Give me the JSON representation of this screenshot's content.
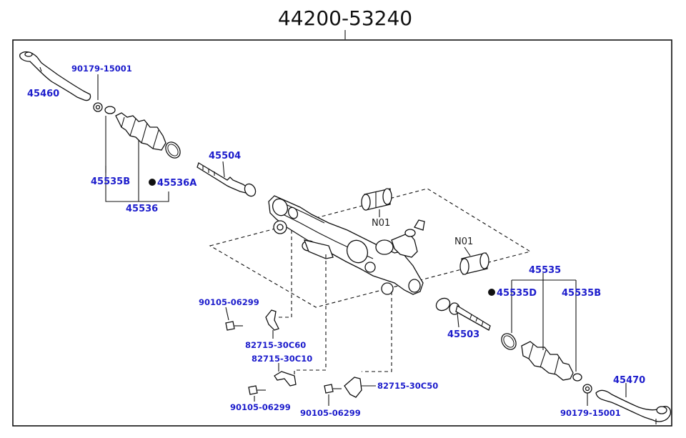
{
  "diagram": {
    "title": "44200-53240",
    "labels": {
      "p45460": "45460",
      "p90179_l": "90179-15001",
      "p45535b_l": "45535B",
      "p45536a": "45536A",
      "p45536": "45536",
      "p45504": "45504",
      "n01_a": "N01",
      "n01_b": "N01",
      "p45535": "45535",
      "p45535d": "45535D",
      "p45535b_r": "45535B",
      "p45503": "45503",
      "p90105_a": "90105-06299",
      "p82715_c60": "82715-30C60",
      "p82715_c10": "82715-30C10",
      "p82715_c50": "82715-30C50",
      "p90105_b": "90105-06299",
      "p90105_c": "90105-06299",
      "p90179_r": "90179-15001",
      "p45470": "45470"
    },
    "colors": {
      "label": "#1d1dcc",
      "line": "#111111",
      "background": "#ffffff"
    }
  }
}
